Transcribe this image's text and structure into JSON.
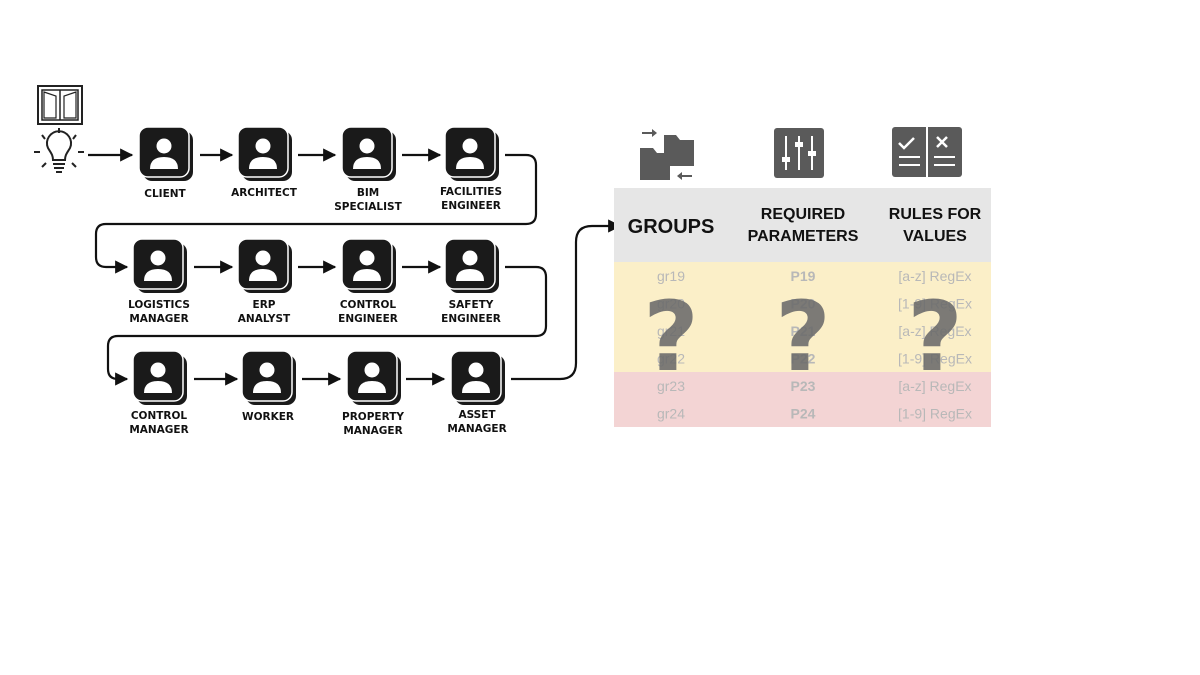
{
  "roles": [
    {
      "id": "client",
      "lines": [
        "CLIENT"
      ]
    },
    {
      "id": "architect",
      "lines": [
        "ARCHITECT"
      ]
    },
    {
      "id": "bim-specialist",
      "lines": [
        "BIM",
        "SPECIALIST"
      ]
    },
    {
      "id": "facilities-engineer",
      "lines": [
        "FACILITIES",
        "ENGINEER"
      ]
    },
    {
      "id": "logistics-manager",
      "lines": [
        "LOGISTICS",
        "MANAGER"
      ]
    },
    {
      "id": "erp-analyst",
      "lines": [
        "ERP",
        "ANALYST"
      ]
    },
    {
      "id": "control-engineer",
      "lines": [
        "CONTROL",
        "ENGINEER"
      ]
    },
    {
      "id": "safety-engineer",
      "lines": [
        "SAFETY",
        "ENGINEER"
      ]
    },
    {
      "id": "control-manager",
      "lines": [
        "CONTROL",
        "MANAGER"
      ]
    },
    {
      "id": "worker",
      "lines": [
        "WORKER"
      ]
    },
    {
      "id": "property-manager",
      "lines": [
        "PROPERTY",
        "MANAGER"
      ]
    },
    {
      "id": "asset-manager",
      "lines": [
        "ASSET",
        "MANAGER"
      ]
    }
  ],
  "table": {
    "columns": [
      {
        "lines": [
          "GROUPS"
        ],
        "icon": "folders-transfer-icon"
      },
      {
        "lines": [
          "REQUIRED",
          "PARAMETERS"
        ],
        "icon": "sliders-icon"
      },
      {
        "lines": [
          "RULES FOR",
          "VALUES"
        ],
        "icon": "check-cross-list-icon"
      }
    ],
    "rows": [
      {
        "cells": [
          "gr19",
          "P19",
          "[a-z] RegEx"
        ],
        "tint": "#fbefc8"
      },
      {
        "cells": [
          "gr20",
          "P20",
          "[1-9] RegEx"
        ],
        "tint": "#fbefc8"
      },
      {
        "cells": [
          "gr21",
          "P21",
          "[a-z] RegEx"
        ],
        "tint": "#fbefc8"
      },
      {
        "cells": [
          "gr22",
          "P22",
          "[1-9] RegEx"
        ],
        "tint": "#fbefc8"
      },
      {
        "cells": [
          "gr23",
          "P23",
          "[a-z] RegEx"
        ],
        "tint": "#f3d4d4"
      },
      {
        "cells": [
          "gr24",
          "P24",
          "[1-9] RegEx"
        ],
        "tint": "#f3d4d4"
      }
    ],
    "overlay_symbol": "?"
  },
  "icons": {
    "start": [
      "window-icon",
      "lightbulb-icon"
    ],
    "role": "user-card-icon"
  },
  "colors": {
    "icon": "#1a1a1a",
    "header_bg": "#e6e6e6",
    "text": "#111111",
    "muted_cell": "#b8b8b8",
    "question_mark": "#6b6b6b"
  }
}
